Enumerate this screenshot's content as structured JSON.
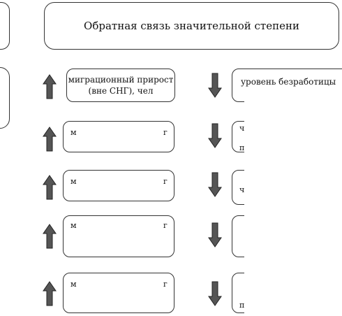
{
  "header": {
    "title": "Обратная связь значительной степени"
  },
  "rows": [
    {
      "left_text_line1": "миграционный прирост",
      "left_text_line2": "(вне СНГ), чел",
      "right_text": "уровень безработицы"
    },
    {
      "left_frag_a": "м",
      "left_frag_b": "г",
      "right_frag_a": "ч",
      "right_frag_b": "п"
    },
    {
      "left_frag_a": "м",
      "left_frag_b": "г",
      "right_frag_a": "ч"
    },
    {
      "left_frag_a": "м",
      "left_frag_b": "г"
    },
    {
      "left_frag_a": "м",
      "left_frag_b": "г",
      "right_frag_a": "п"
    }
  ],
  "icons": {
    "up": "up-arrow-icon",
    "down": "down-arrow-icon"
  },
  "colors": {
    "arrow_fill": "#555555",
    "border": "#333333"
  }
}
